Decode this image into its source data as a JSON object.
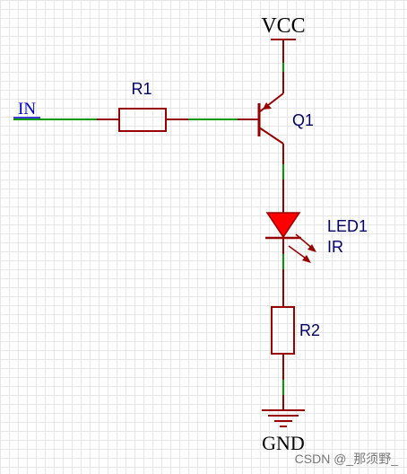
{
  "schematic": {
    "power": {
      "label": "VCC"
    },
    "ground": {
      "label": "GND"
    },
    "input": {
      "label": "IN"
    },
    "resistor_1": {
      "designator": "R1"
    },
    "transistor": {
      "designator": "Q1"
    },
    "led": {
      "designator": "LED1",
      "value": "IR"
    },
    "resistor_2": {
      "designator": "R2"
    }
  },
  "watermark": {
    "text": "CSDN @_那须野_"
  },
  "colors": {
    "component": "#990000",
    "wire": "#009900",
    "power_label": "#000000",
    "net_label": "#0000cc",
    "designator": "#000066",
    "led_fill": "#ff0000"
  }
}
